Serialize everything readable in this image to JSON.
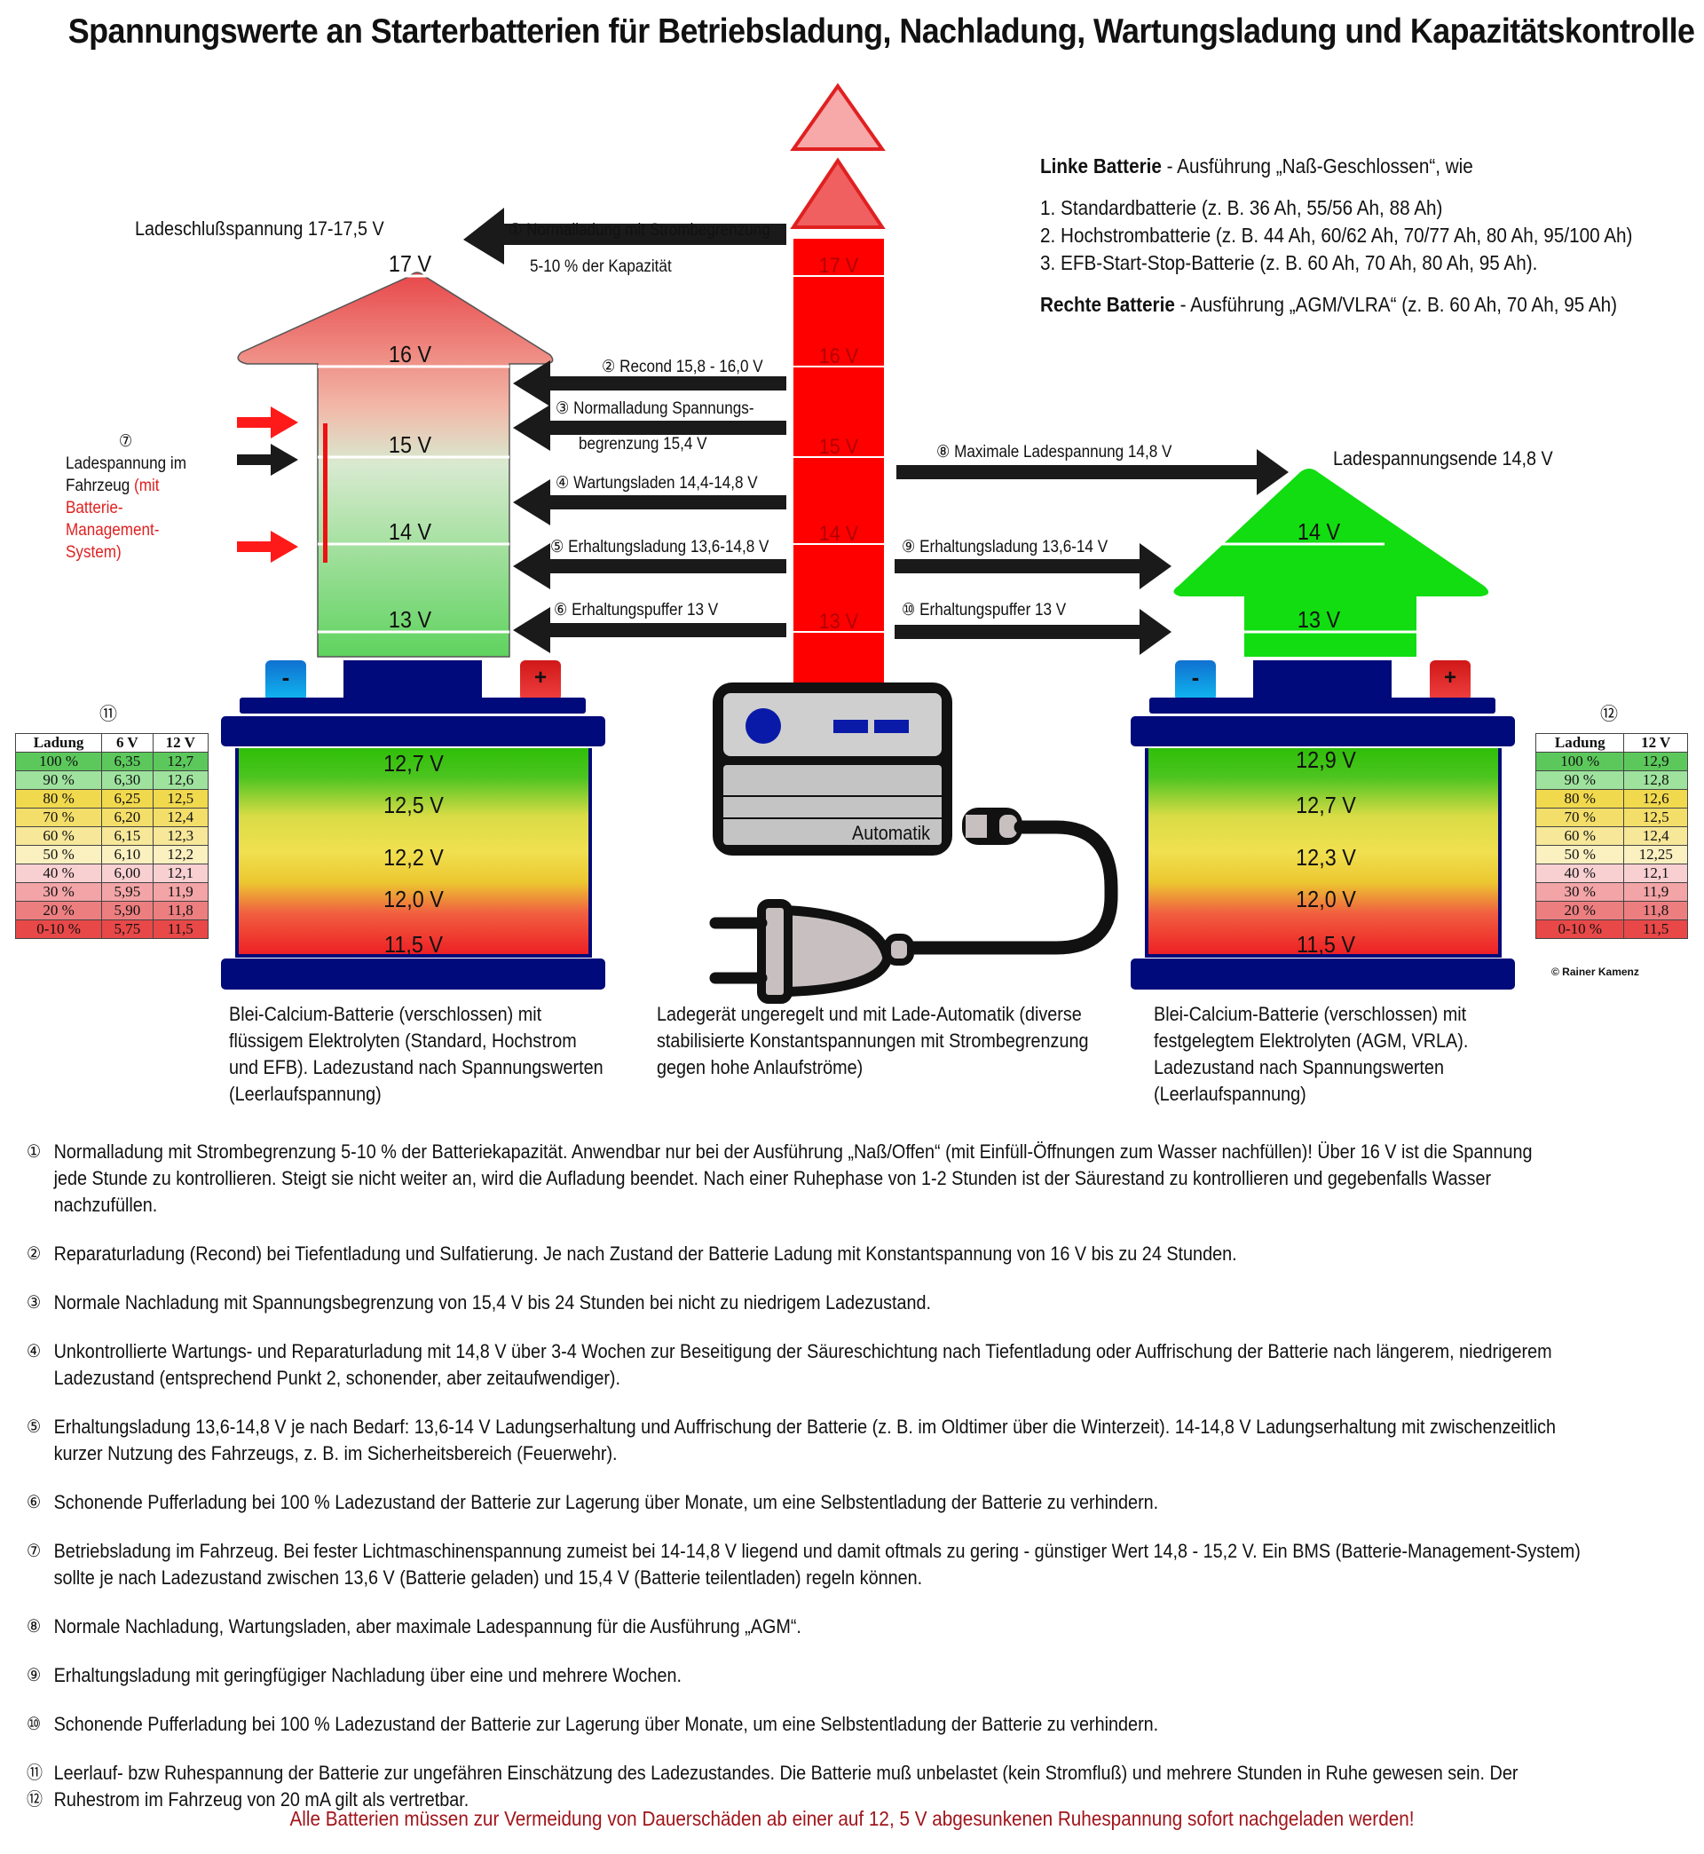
{
  "title": "Spannungswerte an Starterbatterien für Betriebsladung, Nachladung, Wartungsladung und Kapazitätskontrolle",
  "colors": {
    "charger_column": "#ff0000",
    "left_arrow_top": "#e8474a",
    "left_arrow_bottom": "#5fd35f",
    "right_arrow": "#22dd22",
    "battery_body": "#000a7a",
    "warning_text": "#a0141a",
    "bms_text": "#e02020"
  },
  "info_box": {
    "left_heading_bold": "Linke Batterie",
    "left_heading_rest": " - Ausführung „Naß-Geschlossen“, wie",
    "items": [
      "1. Standardbatterie (z. B. 36 Ah, 55/56 Ah, 88 Ah)",
      "2. Hochstrombatterie (z. B. 44 Ah, 60/62 Ah, 70/77 Ah, 80 Ah, 95/100 Ah)",
      "3. EFB-Start-Stop-Batterie (z. B. 60 Ah, 70 Ah, 80 Ah, 95 Ah)."
    ],
    "right_heading_bold": "Rechte Batterie",
    "right_heading_rest": " - Ausführung „AGM/VLRA“ (z. B. 60 Ah, 70 Ah, 95 Ah)"
  },
  "left_arrow": {
    "label": "Ladeschlußspannung 17-17,5 V",
    "levels": [
      "17 V",
      "16 V",
      "15 V",
      "14 V",
      "13 V"
    ]
  },
  "charger_column": {
    "levels": [
      "17 V",
      "16 V",
      "15 V",
      "14 V",
      "13 V"
    ]
  },
  "right_arrow": {
    "label": "Ladespannungsende 14,8 V",
    "levels": [
      "14 V",
      "13 V"
    ]
  },
  "vehicle_charge": {
    "num": "⑦",
    "line1": "Ladespannung im",
    "line2": "Fahrzeug",
    "line2_red": " (mit Batterie-",
    "line3_red": "Management-System)"
  },
  "left_arrows": [
    {
      "num": "①",
      "label": "Normalladung mit Strombegrenzung",
      "sub": "5-10 % der Kapazität"
    },
    {
      "num": "②",
      "label": "Recond 15,8 - 16,0 V",
      "sub": ""
    },
    {
      "num": "③",
      "label": "Normalladung Spannungs-",
      "sub": "begrenzung 15,4 V"
    },
    {
      "num": "④",
      "label": "Wartungsladen 14,4-14,8 V",
      "sub": ""
    },
    {
      "num": "⑤",
      "label": "Erhaltungsladung 13,6-14,8 V",
      "sub": ""
    },
    {
      "num": "⑥",
      "label": "Erhaltungspuffer 13 V",
      "sub": ""
    }
  ],
  "right_arrows": [
    {
      "num": "⑧",
      "label": "Maximale Ladespannung 14,8 V"
    },
    {
      "num": "⑨",
      "label": "Erhaltungsladung 13,6-14 V"
    },
    {
      "num": "⑩",
      "label": "Erhaltungspuffer 13 V"
    }
  ],
  "left_battery": {
    "minus": "-",
    "plus": "+",
    "voltages": [
      "12,7 V",
      "12,5 V",
      "12,2 V",
      "12,0 V",
      "11,5 V"
    ],
    "description": [
      "Blei-Calcium-Batterie (verschlossen) mit",
      "flüssigem Elektrolyten (Standard, Hochstrom",
      "und EFB). Ladezustand nach Spannungswerten",
      "(Leerlaufspannung)"
    ]
  },
  "right_battery": {
    "minus": "-",
    "plus": "+",
    "voltages": [
      "12,9 V",
      "12,7 V",
      "12,3 V",
      "12,0 V",
      "11,5 V"
    ],
    "description": [
      "Blei-Calcium-Batterie (verschlossen) mit",
      "festgelegtem Elektrolyten (AGM, VRLA).",
      "Ladezustand nach Spannungswerten",
      "(Leerlaufspannung)"
    ]
  },
  "charger": {
    "label": "Automatik",
    "description": [
      "Ladegerät ungeregelt und mit Lade-Automatik (diverse",
      "stabilisierte Konstantspannungen mit Strombegrenzung",
      "gegen hohe Anlaufströme)"
    ]
  },
  "table_left": {
    "num": "⑪",
    "headers": [
      "Ladung",
      "6 V",
      "12 V"
    ],
    "rows": [
      {
        "charge": "100 %",
        "v6": "6,35",
        "v12": "12,7",
        "color": "#5cc85c"
      },
      {
        "charge": "90 %",
        "v6": "6,30",
        "v12": "12,6",
        "color": "#9ee29e"
      },
      {
        "charge": "80 %",
        "v6": "6,25",
        "v12": "12,5",
        "color": "#f1d94e"
      },
      {
        "charge": "70 %",
        "v6": "6,20",
        "v12": "12,4",
        "color": "#f3de6a"
      },
      {
        "charge": "60 %",
        "v6": "6,15",
        "v12": "12,3",
        "color": "#f6e799"
      },
      {
        "charge": "50 %",
        "v6": "6,10",
        "v12": "12,2",
        "color": "#faf0c0"
      },
      {
        "charge": "40 %",
        "v6": "6,00",
        "v12": "12,1",
        "color": "#f8d0d2"
      },
      {
        "charge": "30 %",
        "v6": "5,95",
        "v12": "11,9",
        "color": "#f2a4a6"
      },
      {
        "charge": "20 %",
        "v6": "5,90",
        "v12": "11,8",
        "color": "#ec7e80"
      },
      {
        "charge": "0-10 %",
        "v6": "5,75",
        "v12": "11,5",
        "color": "#e84848"
      }
    ]
  },
  "table_right": {
    "num": "⑫",
    "headers": [
      "Ladung",
      "12 V"
    ],
    "rows": [
      {
        "charge": "100 %",
        "v12": "12,9",
        "color": "#5cc85c"
      },
      {
        "charge": "90 %",
        "v12": "12,8",
        "color": "#9ee29e"
      },
      {
        "charge": "80 %",
        "v12": "12,6",
        "color": "#f1d94e"
      },
      {
        "charge": "70 %",
        "v12": "12,5",
        "color": "#f3de6a"
      },
      {
        "charge": "60 %",
        "v12": "12,4",
        "color": "#f6e799"
      },
      {
        "charge": "50 %",
        "v12": "12,25",
        "color": "#faf0c0"
      },
      {
        "charge": "40 %",
        "v12": "12,1",
        "color": "#f8d0d2"
      },
      {
        "charge": "30 %",
        "v12": "11,9",
        "color": "#f2a4a6"
      },
      {
        "charge": "20 %",
        "v12": "11,8",
        "color": "#ec7e80"
      },
      {
        "charge": "0-10 %",
        "v12": "11,5",
        "color": "#e84848"
      }
    ]
  },
  "copyright": "© Rainer Kamenz",
  "notes": [
    {
      "num": "①",
      "lines": [
        "Normalladung mit Strombegrenzung 5-10 % der Batteriekapazität. Anwendbar nur bei der Ausführung „Naß/Offen“ (mit Einfüll-Öffnungen zum Wasser nachfüllen)! Über 16 V ist die Spannung",
        "jede Stunde zu kontrollieren. Steigt sie nicht weiter an, wird die Aufladung beendet. Nach einer Ruhephase von 1-2 Stunden ist der Säurestand zu kontrollieren und gegebenfalls Wasser nachzufüllen."
      ]
    },
    {
      "num": "②",
      "lines": [
        "Reparaturladung (Recond) bei Tiefentladung und Sulfatierung. Je nach Zustand der Batterie Ladung mit Konstantspannung von 16 V bis zu 24 Stunden."
      ]
    },
    {
      "num": "③",
      "lines": [
        "Normale Nachladung mit Spannungsbegrenzung von 15,4 V bis 24 Stunden bei nicht zu niedrigem Ladezustand."
      ]
    },
    {
      "num": "④",
      "lines": [
        "Unkontrollierte Wartungs- und Reparaturladung mit 14,8 V über 3-4 Wochen zur Beseitigung der Säureschichtung nach Tiefentladung oder Auffrischung der Batterie nach längerem, niedrigerem",
        "Ladezustand (entsprechend Punkt 2, schonender, aber zeitaufwendiger)."
      ]
    },
    {
      "num": "⑤",
      "lines": [
        "Erhaltungsladung 13,6-14,8 V je nach Bedarf: 13,6-14 V Ladungserhaltung und Auffrischung der Batterie (z. B. im Oldtimer über die Winterzeit). 14-14,8 V Ladungserhaltung mit zwischenzeitlich",
        "kurzer Nutzung des Fahrzeugs, z. B. im Sicherheitsbereich (Feuerwehr)."
      ]
    },
    {
      "num": "⑥",
      "lines": [
        "Schonende Pufferladung bei 100 % Ladezustand der Batterie zur Lagerung über Monate, um eine Selbstentladung der Batterie zu verhindern."
      ]
    },
    {
      "num": "⑦",
      "lines": [
        "Betriebsladung im Fahrzeug. Bei fester Lichtmaschinenspannung zumeist bei 14-14,8 V liegend und damit oftmals zu gering - günstiger Wert 14,8 - 15,2 V.  Ein BMS (Batterie-Management-System)",
        "sollte je nach Ladezustand zwischen 13,6 V (Batterie geladen) und 15,4 V (Batterie teilentladen) regeln können."
      ]
    },
    {
      "num": "⑧",
      "lines": [
        "Normale Nachladung, Wartungsladen, aber maximale Ladespannung für die Ausführung „AGM“."
      ]
    },
    {
      "num": "⑨",
      "lines": [
        "Erhaltungsladung mit geringfügiger Nachladung über eine und mehrere Wochen."
      ]
    },
    {
      "num": "⑩",
      "lines": [
        "Schonende Pufferladung bei 100 % Ladezustand der Batterie zur Lagerung über Monate, um eine Selbstentladung der Batterie zu verhindern."
      ]
    },
    {
      "num": "⑪",
      "lines": [
        "Leerlauf- bzw Ruhespannung der Batterie zur ungefähren Einschätzung des Ladezustandes. Die Batterie muß unbelastet (kein Stromfluß) und mehrere Stunden in Ruhe gewesen sein. Der"
      ]
    },
    {
      "num": "⑫",
      "lines": [
        "Ruhestrom im Fahrzeug von 20 mA gilt als vertretbar."
      ]
    }
  ],
  "warning": "Alle Batterien müssen zur Vermeidung von Dauerschäden ab einer auf 12, 5 V abgesunkenen Ruhespannung sofort nachgeladen werden!"
}
